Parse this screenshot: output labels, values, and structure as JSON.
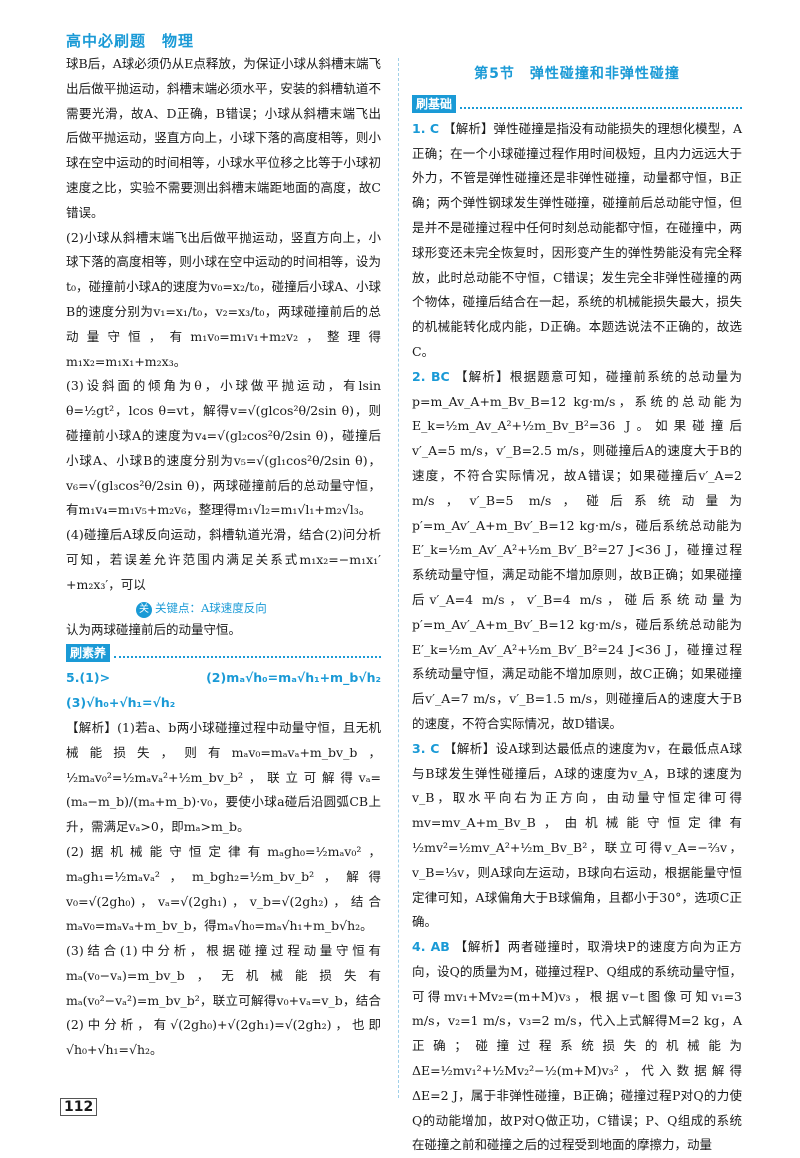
{
  "header": {
    "title": "高中必刷题　物理"
  },
  "page_number": "112",
  "left": {
    "paragraphs": [
      "球B后，A球必须仍从E点释放，为保证小球从斜槽末端飞出后做平抛运动，斜槽末端必须水平，安装的斜槽轨道不需要光滑，故A、D正确，B错误；小球从斜槽末端飞出后做平抛运动，竖直方向上，小球下落的高度相等，则小球在空中运动的时间相等，小球水平位移之比等于小球初速度之比，实验不需要测出斜槽末端距地面的高度，故C错误。",
      "(2)小球从斜槽末端飞出后做平抛运动，竖直方向上，小球下落的高度相等，则小球在空中运动的时间相等，设为t₀，碰撞前小球A的速度为v₀=x₂/t₀，碰撞后小球A、小球B的速度分别为v₁=x₁/t₀，v₂=x₃/t₀，两球碰撞前后的总动量守恒，有m₁v₀=m₁v₁+m₂v₂，整理得m₁x₂=m₁x₁+m₂x₃。",
      "(3)设斜面的倾角为θ，小球做平抛运动，有lsin θ=½gt²，lcos θ=vt，解得v=√(glcos²θ/2sin θ)，则碰撞前小球A的速度为v₄=√(gl₂cos²θ/2sin θ)，碰撞后小球A、小球B的速度分别为v₅=√(gl₁cos²θ/2sin θ)，v₆=√(gl₃cos²θ/2sin θ)，两球碰撞前后的总动量守恒，有m₁v₄=m₁v₅+m₂v₆，整理得m₁√l₂=m₁√l₁+m₂√l₃。",
      "(4)碰撞后A球反向运动，斜槽轨道光滑，结合(2)问分析可知，若误差允许范围内满足关系式m₁x₂=−m₁x₁′+m₂x₃′，可以"
    ],
    "key_note": "关键点：A球速度反向",
    "after_note": "认为两球碰撞前后的动量守恒。",
    "section_tag": "刷素养",
    "q5_answer": "5.(1)>　(2)mₐ√h₀=mₐ√h₁+m_b√h₂　(3)√h₀+√h₁=√h₂",
    "q5_paragraphs": [
      "【解析】(1)若a、b两小球碰撞过程中动量守恒，且无机械能损失，则有mₐv₀=mₐvₐ+m_bv_b，½mₐv₀²=½mₐvₐ²+½m_bv_b²，联立可解得vₐ=(mₐ−m_b)/(mₐ+m_b)·v₀，要使小球a碰后沿圆弧CB上升，需满足vₐ>0，即mₐ>m_b。",
      "(2)据机械能守恒定律有mₐgh₀=½mₐv₀²，mₐgh₁=½mₐvₐ²，m_bgh₂=½m_bv_b²，解得v₀=√(2gh₀)，vₐ=√(2gh₁)，v_b=√(2gh₂)，结合mₐv₀=mₐvₐ+m_bv_b，得mₐ√h₀=mₐ√h₁+m_b√h₂。",
      "(3)结合(1)中分析，根据碰撞过程动量守恒有mₐ(v₀−vₐ)=m_bv_b，无机械能损失有mₐ(v₀²−vₐ²)=m_bv_b²，联立可解得v₀+vₐ=v_b，结合(2)中分析，有√(2gh₀)+√(2gh₁)=√(2gh₂)，也即√h₀+√h₁=√h₂。"
    ]
  },
  "right": {
    "section_title": "第5节　弹性碰撞和非弹性碰撞",
    "section_tag": "刷基础",
    "q1_answer": "1. C",
    "q1_text": "【解析】弹性碰撞是指没有动能损失的理想化模型，A正确；在一个小球碰撞过程作用时间极短，且内力远远大于外力，不管是弹性碰撞还是非弹性碰撞，动量都守恒，B正确；两个弹性钢球发生弹性碰撞，碰撞前后总动能守恒，但是并不是碰撞过程中任何时刻总动能都守恒，在碰撞中，两球形变还未完全恢复时，因形变产生的弹性势能没有完全释放，此时总动能不守恒，C错误；发生完全非弹性碰撞的两个物体，碰撞后结合在一起，系统的机械能损失最大，损失的机械能转化成内能，D正确。本题选说法不正确的，故选C。",
    "q2_answer": "2. BC",
    "q2_text": "【解析】根据题意可知，碰撞前系统的总动量为p=m_Av_A+m_Bv_B=12 kg·m/s，系统的总动能为E_k=½m_Av_A²+½m_Bv_B²=36 J。如果碰撞后v′_A=5 m/s，v′_B=2.5 m/s，则碰撞后A的速度大于B的速度，不符合实际情况，故A错误；如果碰撞后v′_A=2 m/s，v′_B=5 m/s，碰后系统动量为p′=m_Av′_A+m_Bv′_B=12 kg·m/s，碰后系统总动能为E′_k=½m_Av′_A²+½m_Bv′_B²=27 J<36 J，碰撞过程系统动量守恒，满足动能不增加原则，故B正确；如果碰撞后v′_A=4 m/s，v′_B=4 m/s，碰后系统动量为p′=m_Av′_A+m_Bv′_B=12 kg·m/s，碰后系统总动能为E′_k=½m_Av′_A²+½m_Bv′_B²=24 J<36 J，碰撞过程系统动量守恒，满足动能不增加原则，故C正确；如果碰撞后v′_A=7 m/s，v′_B=1.5 m/s，则碰撞后A的速度大于B的速度，不符合实际情况，故D错误。",
    "q3_answer": "3. C",
    "q3_text": "【解析】设A球到达最低点的速度为v，在最低点A球与B球发生弹性碰撞后，A球的速度为v_A，B球的速度为v_B，取水平向右为正方向，由动量守恒定律可得mv=mv_A+m_Bv_B，由机械能守恒定律有½mv²=½mv_A²+½m_Bv_B²，联立可得v_A=−⅔v，v_B=⅓v，则A球向左运动，B球向右运动，根据能量守恒定律可知，A球偏角大于B球偏角，且都小于30°，选项C正确。",
    "q4_answer": "4. AB",
    "q4_text": "【解析】两者碰撞时，取滑块P的速度方向为正方向，设Q的质量为M，碰撞过程P、Q组成的系统动量守恒，可得mv₁+Mv₂=(m+M)v₃，根据v−t图像可知v₁=3 m/s，v₂=1 m/s，v₃=2 m/s，代入上式解得M=2 kg，A正确；碰撞过程系统损失的机械能为ΔE=½mv₁²+½Mv₂²−½(m+M)v₃²，代入数据解得ΔE=2 J，属于非弹性碰撞，B正确；碰撞过程P对Q的力使Q的动能增加，故P对Q做正功，C错误；P、Q组成的系统在碰撞之前和碰撞之后的过程受到地面的摩擦力，动量"
  }
}
